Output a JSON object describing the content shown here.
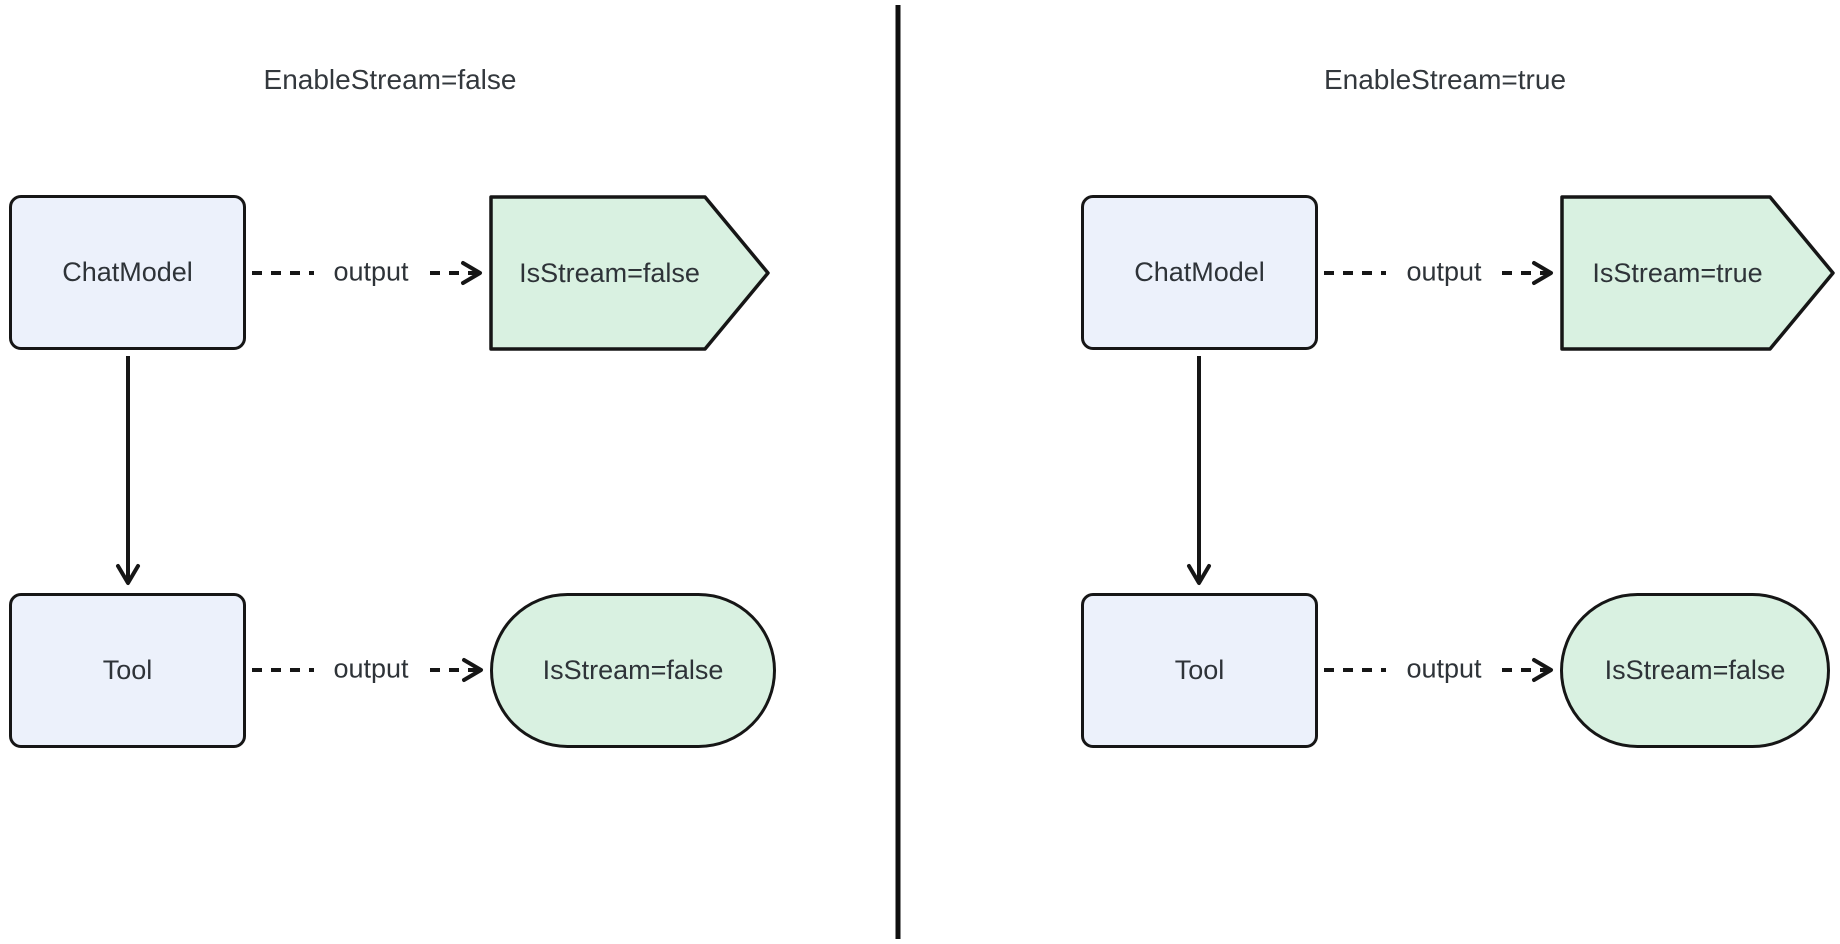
{
  "diagram": {
    "colors": {
      "background": "#ffffff",
      "process_node_fill": "#ecf1fb",
      "result_node_fill": "#d9f1e1",
      "stroke": "#161616",
      "text": "#2e3338"
    },
    "panels": [
      {
        "title": "EnableStream=false",
        "nodes": {
          "chat_model": "ChatModel",
          "tool": "Tool",
          "model_result": "IsStream=false",
          "tool_result": "IsStream=false"
        },
        "edges": {
          "model_output_label": "output",
          "tool_output_label": "output"
        }
      },
      {
        "title": "EnableStream=true",
        "nodes": {
          "chat_model": "ChatModel",
          "tool": "Tool",
          "model_result": "IsStream=true",
          "tool_result": "IsStream=false"
        },
        "edges": {
          "model_output_label": "output",
          "tool_output_label": "output"
        }
      }
    ]
  }
}
